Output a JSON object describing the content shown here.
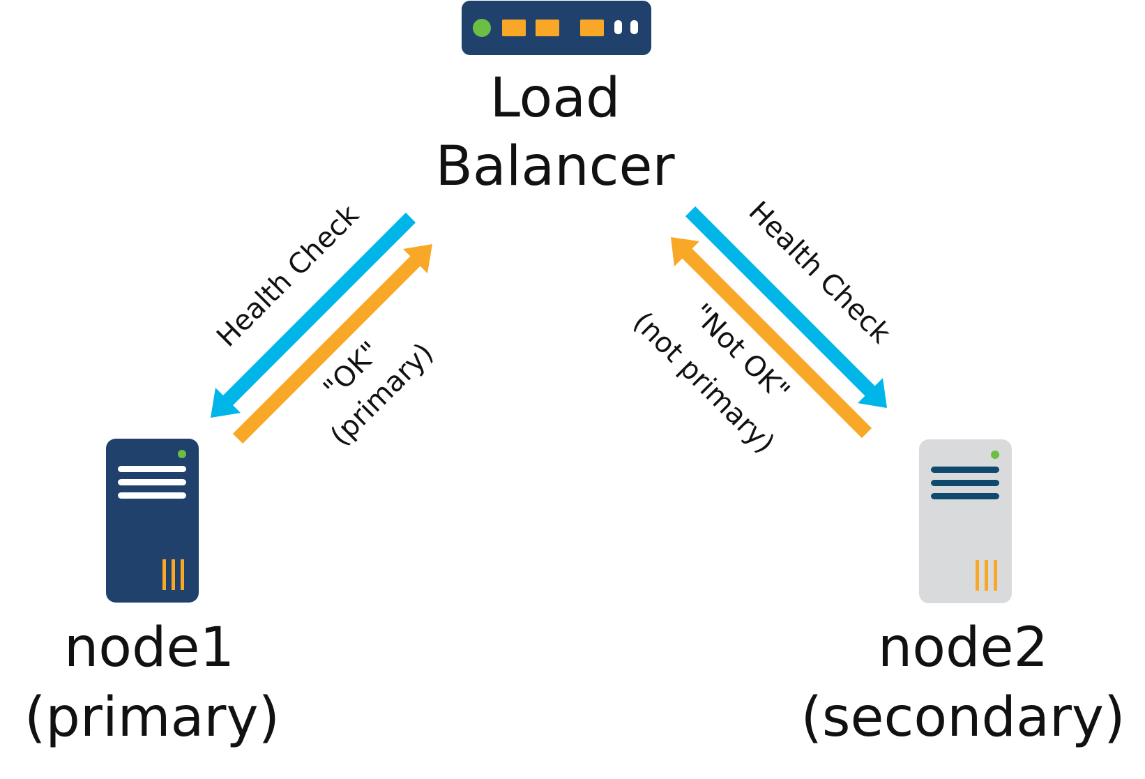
{
  "load_balancer": {
    "label_line1": "Load",
    "label_line2": "Balancer",
    "icon": "load-balancer-icon"
  },
  "node1": {
    "label_line1": "node1",
    "label_line2": "(primary)",
    "icon": "server-icon",
    "status": "primary"
  },
  "node2": {
    "label_line1": "node2",
    "label_line2": "(secondary)",
    "icon": "server-icon",
    "status": "secondary"
  },
  "left_link": {
    "request_label": "Health Check",
    "response_line1": "\"OK\"",
    "response_line2": "(primary)"
  },
  "right_link": {
    "request_label": "Health Check",
    "response_line1": "\"Not OK\"",
    "response_line2": "(not primary)"
  },
  "colors": {
    "dark_blue": "#1f416c",
    "health_check_blue": "#00b5e8",
    "response_orange": "#f8a826",
    "status_green": "#6bbf44",
    "secondary_gray": "#d9dadc",
    "secondary_stripe": "#0f4a6e"
  }
}
